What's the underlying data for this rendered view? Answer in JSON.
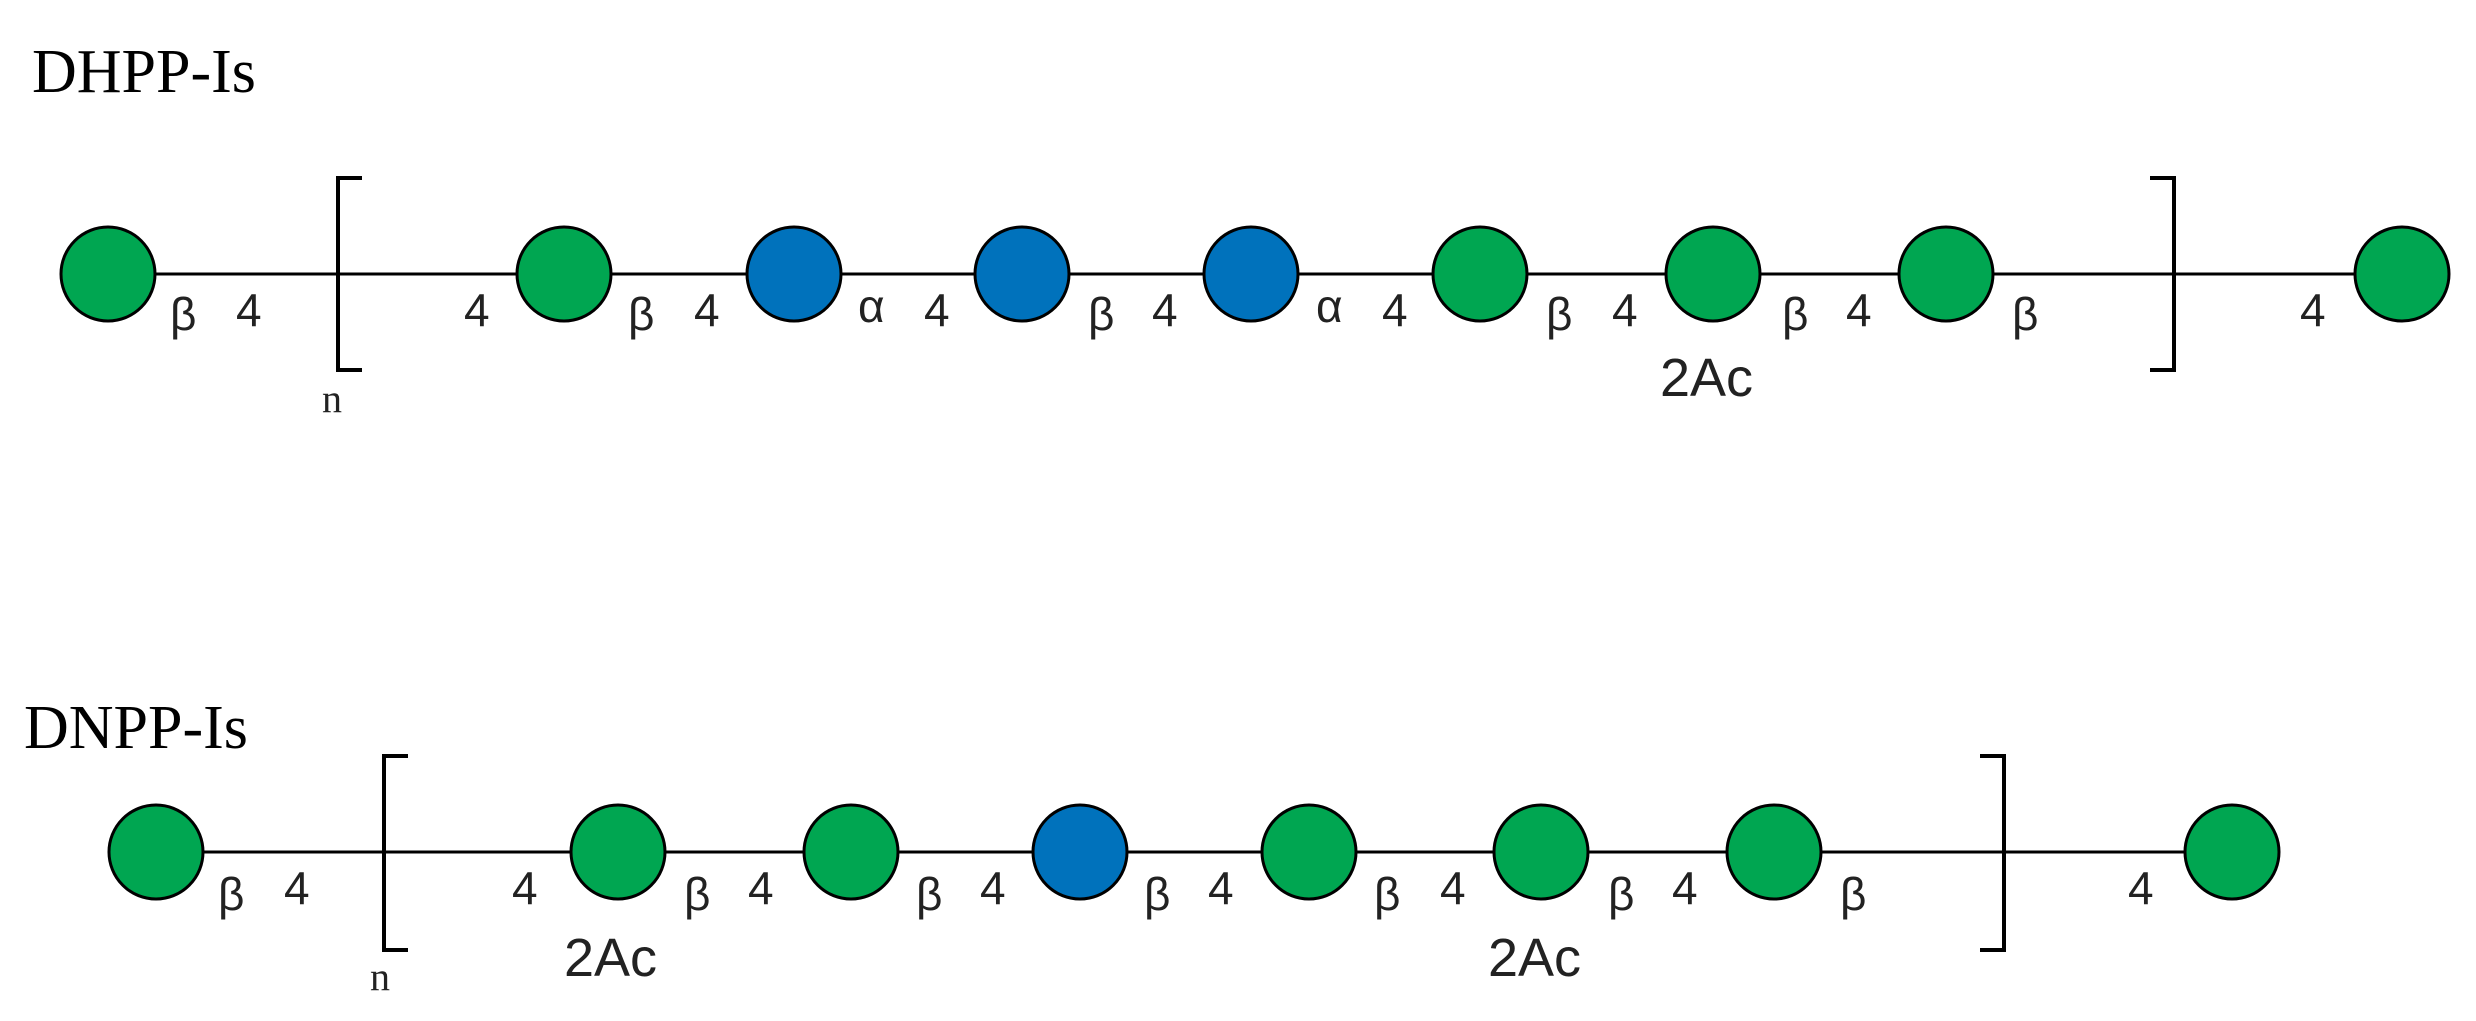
{
  "colors": {
    "green_residue": "#00A651",
    "blue_residue": "#0072BC",
    "outline": "#000000"
  },
  "structures": [
    {
      "name": "DHPP-Is",
      "residues": [
        "green",
        "green",
        "blue",
        "blue",
        "blue",
        "green",
        "green",
        "green",
        "green"
      ],
      "linkages": [
        {
          "anomer": "β",
          "position": "4"
        },
        {
          "anomer": "β",
          "position": "4"
        },
        {
          "anomer": "α",
          "position": "4"
        },
        {
          "anomer": "β",
          "position": "4"
        },
        {
          "anomer": "α",
          "position": "4"
        },
        {
          "anomer": "β",
          "position": "4"
        },
        {
          "anomer": "β",
          "position": "4"
        },
        {
          "anomer": "β",
          "position": "4"
        }
      ],
      "bracket_entry_position": "4",
      "repeat_label": "n",
      "substituents": [
        {
          "residue_index": 6,
          "label": "2Ac"
        }
      ]
    },
    {
      "name": "DNPP-Is",
      "residues": [
        "green",
        "green",
        "green",
        "blue",
        "green",
        "green",
        "green",
        "green"
      ],
      "linkages": [
        {
          "anomer": "β",
          "position": "4"
        },
        {
          "anomer": "β",
          "position": "4"
        },
        {
          "anomer": "β",
          "position": "4"
        },
        {
          "anomer": "β",
          "position": "4"
        },
        {
          "anomer": "β",
          "position": "4"
        },
        {
          "anomer": "β",
          "position": "4"
        },
        {
          "anomer": "β",
          "position": "4"
        }
      ],
      "bracket_entry_position": "4",
      "repeat_label": "n",
      "substituents": [
        {
          "residue_index": 1,
          "label": "2Ac"
        },
        {
          "residue_index": 5,
          "label": "2Ac"
        }
      ]
    }
  ]
}
